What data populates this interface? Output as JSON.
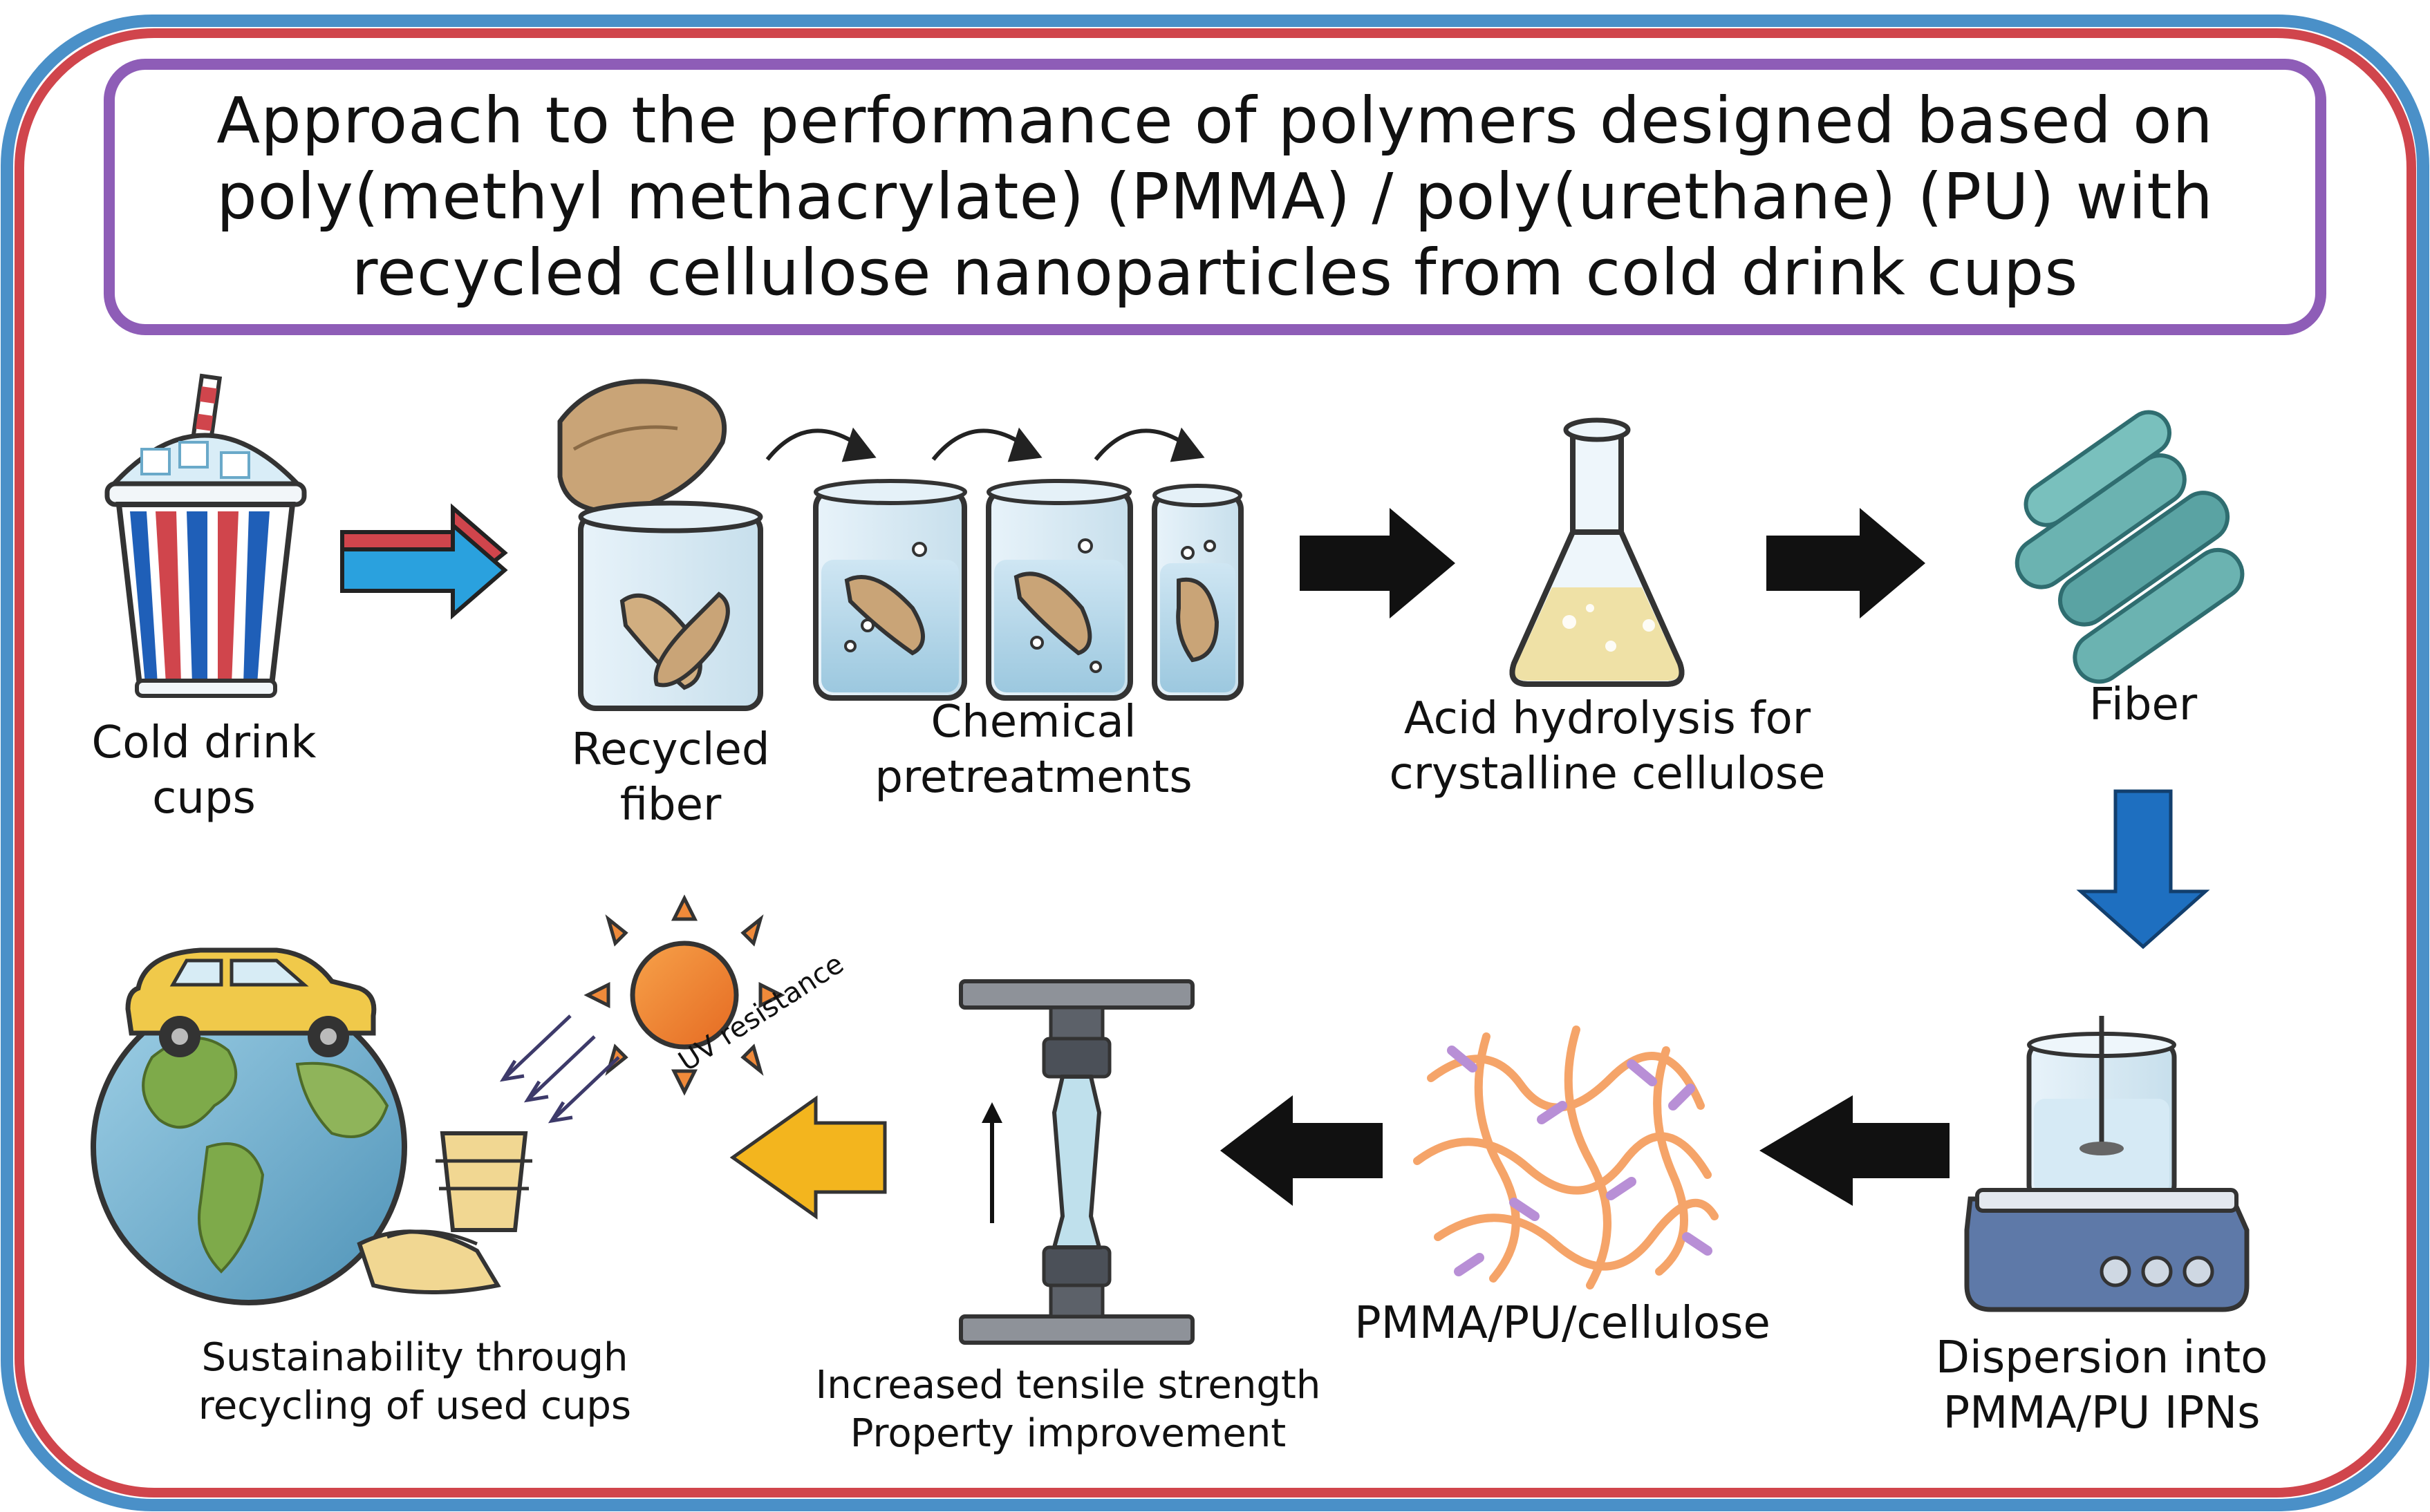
{
  "title": {
    "lines": [
      "Approach to the performance of polymers designed based on",
      "poly(methyl methacrylate) (PMMA) / poly(urethane) (PU) with",
      "recycled cellulose nanoparticles from cold drink cups"
    ]
  },
  "steps": {
    "cups": {
      "lines": [
        "Cold drink",
        "cups"
      ],
      "icon": "cold-drink-cup-icon"
    },
    "recycled": {
      "lines": [
        "Recycled",
        "fiber"
      ],
      "icon": "beaker-with-fiber-icon"
    },
    "chemical": {
      "lines": [
        "Chemical",
        "pretreatments"
      ],
      "icon": "beakers-pretreatment-icon"
    },
    "acid": {
      "lines": [
        "Acid hydrolysis for",
        "crystalline cellulose"
      ],
      "icon": "erlenmeyer-flask-icon"
    },
    "fiber": {
      "lines": [
        "Fiber"
      ],
      "icon": "fiber-bundle-icon"
    },
    "dispersion": {
      "lines": [
        "Dispersion into",
        "PMMA/PU IPNs"
      ],
      "icon": "magnetic-stirrer-icon"
    },
    "composite": {
      "lines": [
        "PMMA/PU/cellulose"
      ],
      "icon": "polymer-network-icon"
    },
    "tensile": {
      "lines": [
        "Increased tensile strength",
        "Property improvement"
      ],
      "icon": "tensile-tester-icon"
    },
    "uv": {
      "label": "UV resistance",
      "icon": "sun-icon"
    },
    "sustainability": {
      "lines": [
        "Sustainability through",
        "recycling of used cups"
      ],
      "icon": "earth-car-cups-icon"
    }
  },
  "colors": {
    "outer_border_blue": "#4a90c8",
    "outer_border_red": "#d0454c",
    "title_border": "#8e5db7",
    "arrow_black": "#111111",
    "arrow_blue": "#1e6fc0",
    "arrow_yellow": "#f3b51e",
    "fiber_teal": "#5aa3a3",
    "sun_orange": "#f08a3a",
    "network_orange": "#f5a469",
    "network_purple": "#b88fd6"
  }
}
